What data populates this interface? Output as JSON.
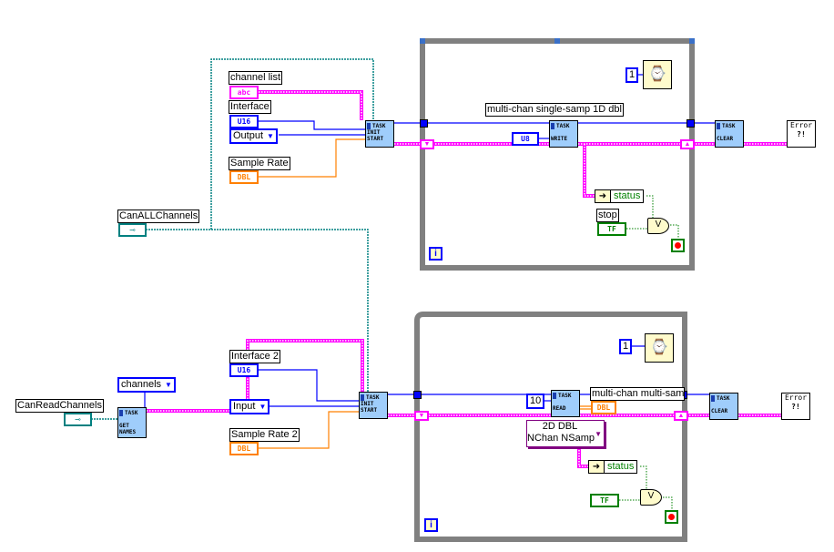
{
  "top_section": {
    "channel_list_label": "channel list",
    "channel_list_type": "abc",
    "interface_label": "Interface",
    "interface_type": "U16",
    "direction_value": "Output",
    "sample_rate_label": "Sample Rate",
    "sample_rate_type": "DBL",
    "init_node": [
      "TASK",
      "INIT",
      "START"
    ],
    "polymorphic_label": "multi-chan single-samp 1D dbl",
    "write_node": [
      "TASK",
      "WRITE"
    ],
    "data_type": "U8",
    "wait_ms": "1",
    "status_label": "status",
    "stop_label": "stop",
    "bool_type": "TF",
    "or_symbol": "V",
    "iteration": "i",
    "clear_node": [
      "TASK",
      "CLEAR"
    ],
    "error_handler": [
      "Error",
      "?!"
    ]
  },
  "refnum_all": {
    "label": "CanALLChannels",
    "icon": "refnum-icon"
  },
  "bottom_section": {
    "refnum_label": "CanReadChannels",
    "channels_value": "channels",
    "get_names_node": [
      "TASK",
      "GET",
      "NAMES"
    ],
    "interface_label": "Interface 2",
    "interface_type": "U16",
    "direction_value": "Input",
    "sample_rate_label": "Sample Rate 2",
    "sample_rate_type": "DBL",
    "init_node": [
      "TASK",
      "INIT",
      "START"
    ],
    "samples_const": "10",
    "read_node": [
      "TASK",
      "READ"
    ],
    "polymorphic_label": "multi-chan multi-sam",
    "output_type": "DBL",
    "format_selector": [
      "2D DBL",
      "NChan NSamp"
    ],
    "wait_ms": "1",
    "status_label": "status",
    "bool_type": "TF",
    "or_symbol": "V",
    "iteration": "i",
    "clear_node": [
      "TASK",
      "CLEAR"
    ],
    "error_handler": [
      "Error",
      "?!"
    ]
  },
  "colors": {
    "error_wire": "#ff00ff",
    "int_wire": "#0000ff",
    "dbl_wire": "#ff8000",
    "refnum_wire": "#008080",
    "bool_wire": "#008000",
    "loop_frame": "#808080",
    "node_fill": "#9fcdfb"
  }
}
